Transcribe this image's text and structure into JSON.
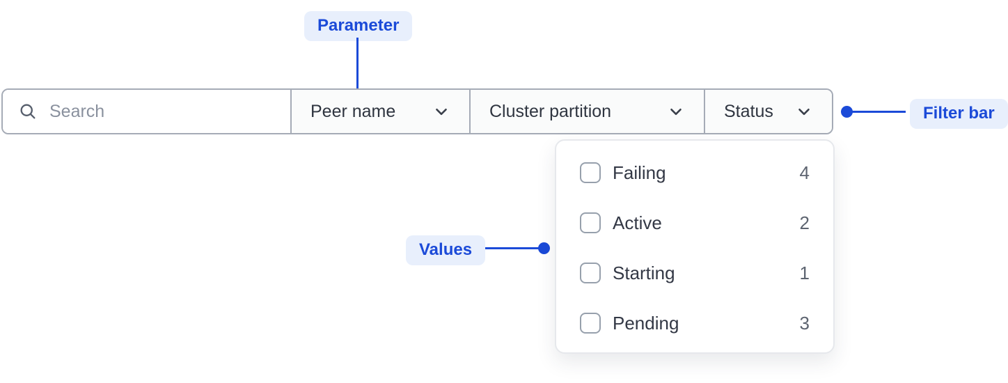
{
  "colors": {
    "accent_blue": "#1B4AD8",
    "badge_background": "#E8EFFC",
    "filter_border": "#A5ABB6",
    "menu_border": "#E6E8EC",
    "label_text": "#333845",
    "count_text": "#5D6470"
  },
  "annotations": {
    "parameter": {
      "label": "Parameter"
    },
    "filter_bar": {
      "label": "Filter bar"
    },
    "values": {
      "label": "Values"
    }
  },
  "filter_bar": {
    "search": {
      "placeholder": "Search"
    },
    "dropdowns": [
      {
        "label": "Peer name"
      },
      {
        "label": "Cluster partition"
      },
      {
        "label": "Status"
      }
    ]
  },
  "status_menu": {
    "items": [
      {
        "label": "Failing",
        "count": "4",
        "checked": false
      },
      {
        "label": "Active",
        "count": "2",
        "checked": false
      },
      {
        "label": "Starting",
        "count": "1",
        "checked": false
      },
      {
        "label": "Pending",
        "count": "3",
        "checked": false
      }
    ]
  }
}
